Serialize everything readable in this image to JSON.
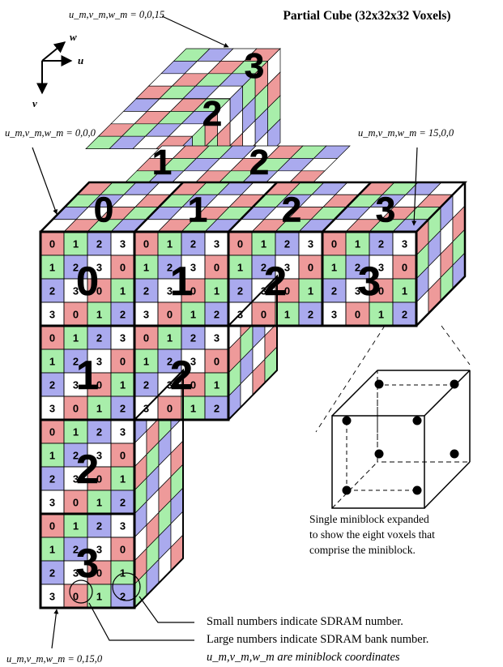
{
  "title": "Partial Cube (32x32x32 Voxels)",
  "axes": {
    "u": "u",
    "v": "v",
    "w": "w"
  },
  "coordinate_labels": {
    "top": "u_m,v_m,w_m = 0,0,15",
    "origin": "u_m,v_m,w_m = 0,0,0",
    "right": "u_m,v_m,w_m = 15,0,0",
    "bottom": "u_m,v_m,w_m = 0,15,0"
  },
  "miniblock_caption": [
    "Single miniblock expanded",
    "to show the eight voxels that",
    "comprise the miniblock."
  ],
  "notes": {
    "small_numbers": "Small numbers indicate SDRAM number.",
    "large_numbers": "Large numbers indicate SDRAM bank number.",
    "coordinates": "u_m,v_m,w_m are miniblock coordinates"
  },
  "front_row_banks": [
    "0",
    "1",
    "2",
    "3"
  ],
  "front_column_banks": [
    "0",
    "1",
    "2",
    "3"
  ],
  "top_face_banks": [
    "0",
    "1",
    "2",
    "3"
  ],
  "upper_stack_banks": [
    "1",
    "2",
    "2",
    "3"
  ],
  "sdram_pattern": [
    [
      "0",
      "1",
      "2",
      "3"
    ],
    [
      "1",
      "2",
      "3",
      "0"
    ],
    [
      "2",
      "3",
      "0",
      "1"
    ],
    [
      "3",
      "0",
      "1",
      "2"
    ]
  ],
  "colors": {
    "sdram_0": "#ee9a9a",
    "sdram_1": "#a8eeaa",
    "sdram_2": "#aaaaee",
    "sdram_3": "#ffffff",
    "line": "#000000"
  }
}
